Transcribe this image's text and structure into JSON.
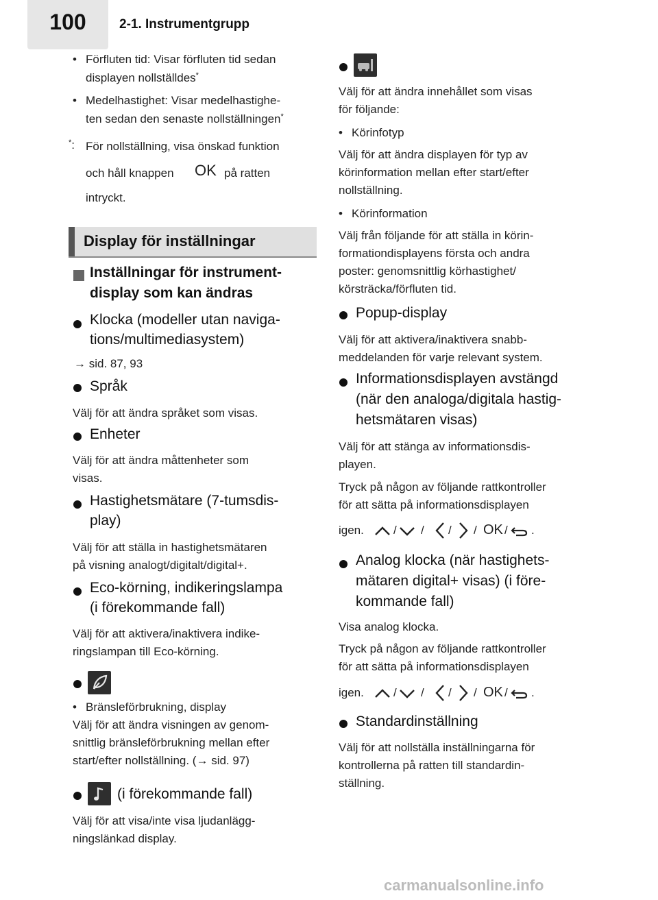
{
  "header": {
    "page_number": "100",
    "section": "2-1. Instrumentgrupp"
  },
  "left": {
    "b1_l1": "Förfluten tid: Visar förfluten tid sedan",
    "b1_l2": "displayen nollställdes",
    "b2_l1": "Medelhastighet: Visar medelhastighe-",
    "b2_l2": "ten sedan den senaste nollställningen",
    "note_l1": "För nollställning, visa önskad funktion",
    "note_l2a": "och håll knappen",
    "note_ok": "OK",
    "note_l2b": "på ratten",
    "note_l3": "intryckt.",
    "section_box": "Display för inställningar",
    "sq_h_l1": "Inställningar för instrument-",
    "sq_h_l2": "display som kan ändras",
    "klocka_l1": "Klocka (modeller utan naviga-",
    "klocka_l2": "tions/multimediasystem)",
    "klocka_ref": "→ sid. 87, 93",
    "sprak_h": "Språk",
    "sprak_t": "Välj för att ändra språket som visas.",
    "enheter_h": "Enheter",
    "enheter_t1": "Välj för att ändra måttenheter som",
    "enheter_t2": "visas.",
    "hast_h1": "Hastighetsmätare (7-tumsdis-",
    "hast_h2": "play)",
    "hast_t1": "Välj för att ställa in hastighetsmätaren",
    "hast_t2": "på visning analogt/digitalt/digital+.",
    "eco_h1": "Eco-körning, indikeringslampa",
    "eco_h2": "(i förekommande fall)",
    "eco_t1": "Välj för att aktivera/inaktivera indike-",
    "eco_t2": "ringslampan till Eco-körning.",
    "fuel_b": "Bränsleförbrukning, display",
    "fuel_t1": "Välj för att ändra visningen av genom-",
    "fuel_t2": "snittlig bränsleförbrukning mellan efter",
    "fuel_t3": "start/efter nollställning. (→ sid. 97)",
    "audio_h": "(i förekommande fall)",
    "audio_t1": "Välj för att visa/inte visa ljudanlägg-",
    "audio_t2": "ningslänkad display."
  },
  "right": {
    "drive_t1": "Välj för att ändra innehållet som visas",
    "drive_t2": "för följande:",
    "drive_b1": "Körinfotyp",
    "drive_t3": "Välj för att ändra displayen för typ av",
    "drive_t4": "körinformation mellan efter start/efter",
    "drive_t5": "nollställning.",
    "drive_b2": "Körinformation",
    "drive_t6": "Välj från följande för att ställa in körin-",
    "drive_t7": "formationdisplayens första och andra",
    "drive_t8": "poster: genomsnittlig körhastighet/",
    "drive_t9": "körsträcka/förfluten tid.",
    "popup_h": "Popup-display",
    "popup_t1": "Välj för att aktivera/inaktivera snabb-",
    "popup_t2": "meddelanden för varje relevant system.",
    "info_h1": "Informationsdisplayen avstängd",
    "info_h2": "(när den analoga/digitala hastig-",
    "info_h3": "hetsmätaren visas)",
    "info_t1": "Välj för att stänga av informationsdis-",
    "info_t2": "playen.",
    "info_t3": "Tryck på någon av följande rattkontroller",
    "info_t4": "för att sätta på informationsdisplayen",
    "igen": "igen.",
    "ok": "OK",
    "analog_h1": "Analog klocka (när hastighets-",
    "analog_h2": "mätaren digital+ visas) (i före-",
    "analog_h3": "kommande fall)",
    "analog_t1": "Visa analog klocka.",
    "analog_t2": "Tryck på någon av följande rattkontroller",
    "analog_t3": "för att sätta på informationsdisplayen",
    "std_h": "Standardinställning",
    "std_t1": "Välj för att nollställa inställningarna för",
    "std_t2": "kontrollerna på ratten till standardin-",
    "std_t3": "ställning."
  },
  "watermark": "carmanualsonline.info"
}
